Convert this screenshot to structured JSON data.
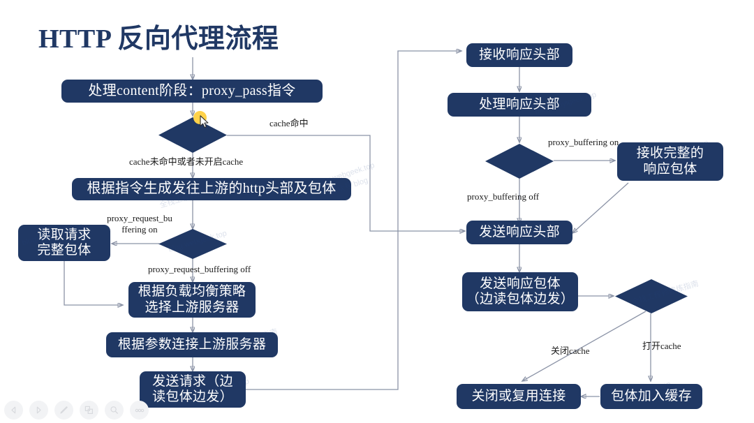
{
  "title": "HTTP 反向代理流程",
  "colors": {
    "node_fill": "#203864",
    "node_text": "#ffffff",
    "title": "#203864",
    "wire": "#8b93a6",
    "cursor_highlight": "#FFD24A",
    "background": "#ffffff"
  },
  "nodes": [
    {
      "id": "proxy_pass",
      "label": "处理content阶段：proxy_pass指令"
    },
    {
      "id": "gen_upstream_req",
      "label": "根据指令生成发往上游的http头部及包体"
    },
    {
      "id": "read_full_body",
      "label": "读取请求\n完整包体"
    },
    {
      "id": "select_upstream",
      "label": "根据负载均衡策略\n选择上游服务器"
    },
    {
      "id": "connect_upstream",
      "label": "根据参数连接上游服务器"
    },
    {
      "id": "send_request",
      "label": "发送请求（边\n读包体边发）"
    },
    {
      "id": "recv_resp_header",
      "label": "接收响应头部"
    },
    {
      "id": "proc_resp_header",
      "label": "处理响应头部"
    },
    {
      "id": "recv_full_body",
      "label": "接收完整的\n响应包体"
    },
    {
      "id": "send_resp_header",
      "label": "发送响应头部"
    },
    {
      "id": "send_resp_body",
      "label": "发送响应包体\n（边读包体边发）"
    },
    {
      "id": "close_or_reuse",
      "label": "关闭或复用连接"
    },
    {
      "id": "body_to_cache",
      "label": "包体加入缓存"
    }
  ],
  "decisions": [
    {
      "id": "cache_check",
      "name": "cache-decision"
    },
    {
      "id": "req_buffering_check",
      "name": "proxy-request-buffering-decision"
    },
    {
      "id": "resp_buffering_check",
      "name": "proxy-buffering-decision"
    },
    {
      "id": "cache_on_check",
      "name": "cache-enabled-decision"
    }
  ],
  "edge_labels": {
    "cache_hit": "cache命中",
    "cache_miss": "cache未命中或者未开启cache",
    "req_buffering_on": "proxy_request_bu\nffering on",
    "req_buffering_off": "proxy_request_buffering off",
    "resp_buffering_on": "proxy_buffering on",
    "resp_buffering_off": "proxy_buffering off",
    "cache_off": "关闭cache",
    "cache_open": "打开cache"
  },
  "watermarks": [
    "blog.webgeek.top",
    "公众号 blog",
    "全栈工程师修炼指南",
    "blog.weiyigeek.top"
  ],
  "controls": [
    {
      "id": "prev",
      "icon": "prev-triangle-icon"
    },
    {
      "id": "next",
      "icon": "next-triangle-icon"
    },
    {
      "id": "pen",
      "icon": "pen-icon"
    },
    {
      "id": "slides",
      "icon": "slides-grid-icon"
    },
    {
      "id": "zoom",
      "icon": "magnifier-icon"
    },
    {
      "id": "more",
      "icon": "more-dots-icon"
    }
  ]
}
